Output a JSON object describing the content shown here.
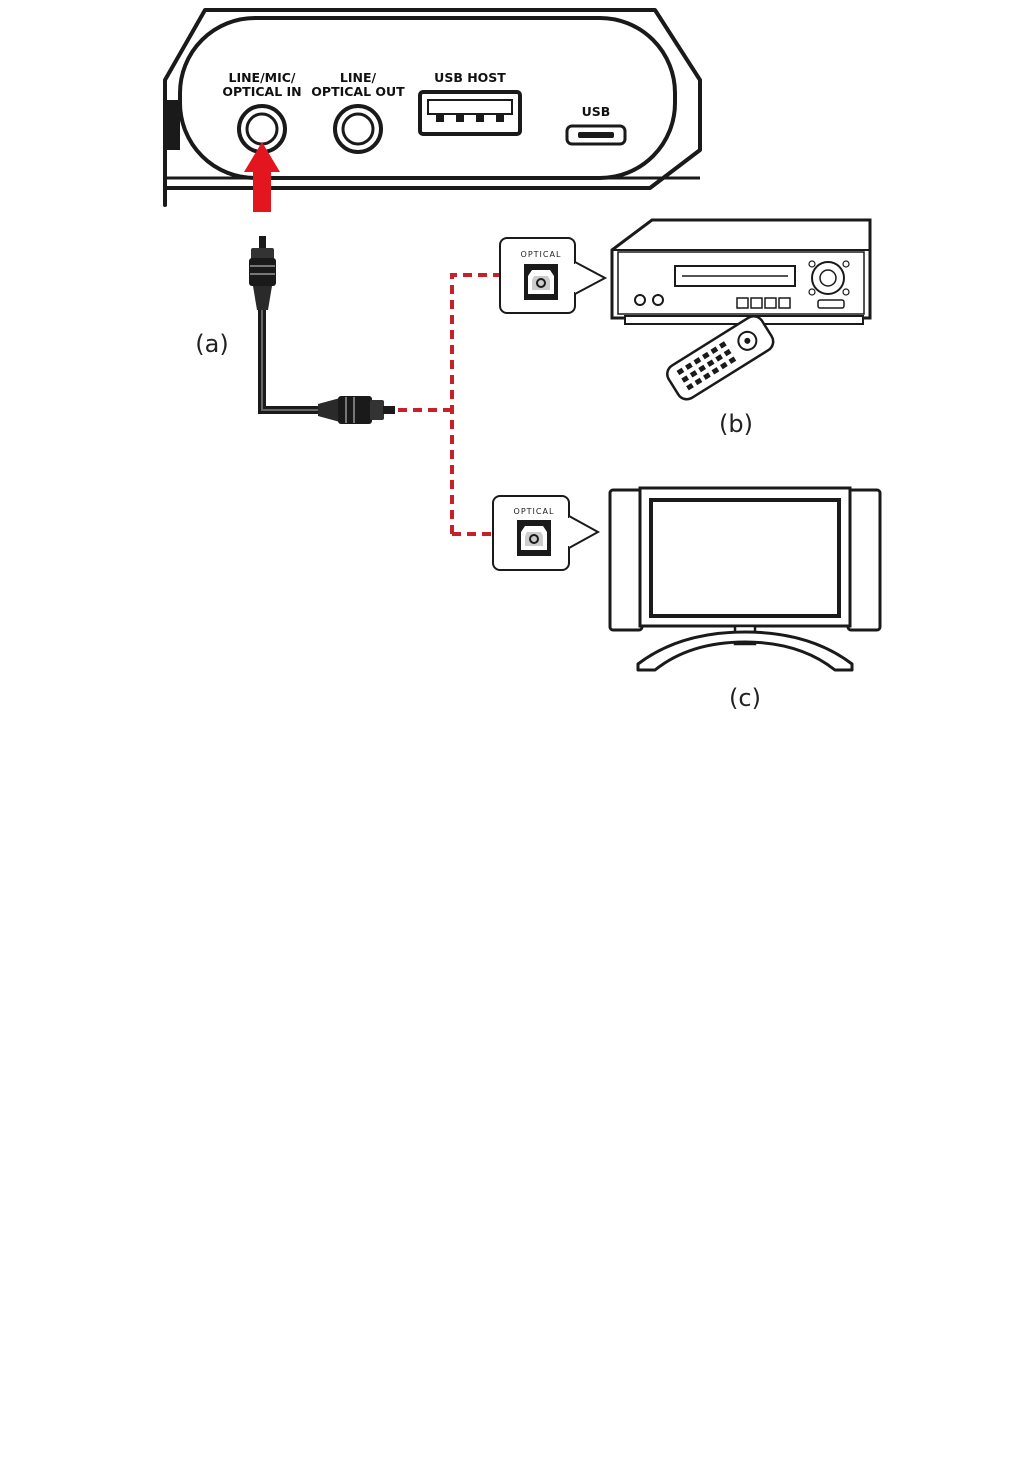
{
  "device_ports": {
    "line_mic_optical_in": [
      "LINE/MIC/",
      "OPTICAL IN"
    ],
    "line_optical_out": [
      "LINE/",
      "OPTICAL OUT"
    ],
    "usb_host": "USB HOST",
    "usb": "USB"
  },
  "optical_port_label": "OPTICAL",
  "labels": {
    "cable": "(a)",
    "dvd_player": "(b)",
    "tv": "(c)"
  },
  "colors": {
    "arrow": "#e3161f",
    "dashed_link": "#c8202a",
    "outline": "#1a1a1a"
  }
}
